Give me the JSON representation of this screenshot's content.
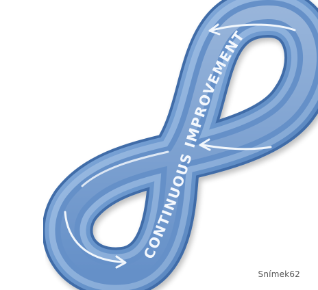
{
  "diagram": {
    "band_text": "CONTINUOUS IMPROVEMENT",
    "slide_label": "Snímek62",
    "colors": {
      "band_fill": "#6d99cf",
      "band_light": "#a8c5e9",
      "band_dark": "#3e6aa6",
      "groove": "#5b86bd",
      "arrow": "#f2f7fc",
      "text": "#f4f8fd"
    },
    "arrows": [
      {
        "name": "arrow-top-right",
        "direction": "right-to-left"
      },
      {
        "name": "arrow-center",
        "direction": "right-to-left"
      },
      {
        "name": "arrow-bottom-left",
        "direction": "left-to-right"
      }
    ]
  }
}
